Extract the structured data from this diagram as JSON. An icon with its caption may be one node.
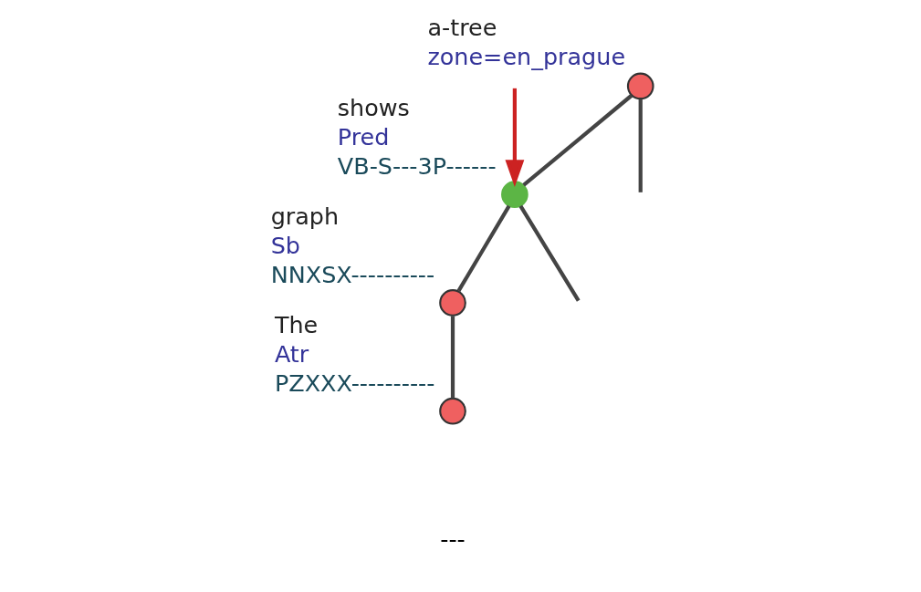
{
  "diagram": {
    "nodes": [
      {
        "text": [],
        "shape": "circle",
        "beside": [
          "a-tree",
          "zone=en_prague"
        ]
      },
      {
        "text": [],
        "shape": "circle",
        "beside": [
          "shows",
          "Pred",
          "VB-S---3P------"
        ]
      },
      {
        "text": [],
        "shape": "circle",
        "beside": [
          "graph",
          "Sb",
          "NNXSX----------"
        ]
      },
      {
        "text": [],
        "shape": "circle",
        "beside": [
          "The",
          "Atr",
          "PZXXX----------"
        ]
      }
    ],
    "edges": [
      {
        "from": 0,
        "to": null,
        "arrow": "none"
      },
      {
        "from": 0,
        "to": 1,
        "arrow": "none"
      },
      {
        "from": 1,
        "to": null,
        "arrow": "none"
      },
      {
        "from": 1,
        "to": 2,
        "arrow": "none"
      },
      {
        "from": 2,
        "to": 3,
        "arrow": "none"
      },
      {
        "from": null,
        "to": 1,
        "arrow": "to",
        "color": "#cc2222"
      }
    ],
    "labels": [
      "---"
    ]
  }
}
